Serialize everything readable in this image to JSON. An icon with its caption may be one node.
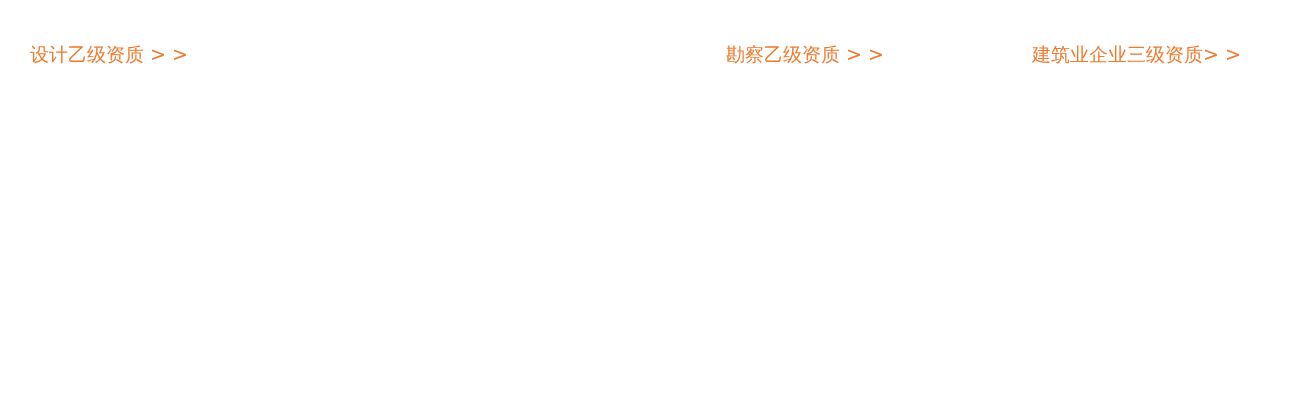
{
  "diagram": {
    "labels": [
      "设计乙级资质 > >",
      "勘察乙级资质 > >",
      "建筑业企业三级资质> >"
    ]
  }
}
